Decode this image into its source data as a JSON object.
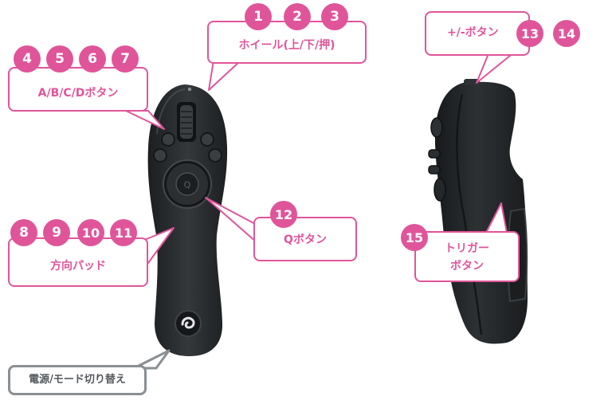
{
  "colors": {
    "accent": "#e0559a",
    "neutral_border": "#8a8f93",
    "device_body": "#2a2d2f"
  },
  "icons": {
    "logo": "spiral-logo-icon"
  },
  "callouts": {
    "wheel": {
      "label": "ホイール(上/下/押)",
      "badges": [
        "1",
        "2",
        "3"
      ]
    },
    "abcd": {
      "label": "A/B/C/Dボタン",
      "badges": [
        "4",
        "5",
        "6",
        "7"
      ]
    },
    "dpad": {
      "label": "方向パッド",
      "badges": [
        "8",
        "9",
        "10",
        "11"
      ]
    },
    "q": {
      "label": "Qボタン",
      "badges": [
        "12"
      ]
    },
    "power": {
      "label": "電源/モード切り替え"
    },
    "plusminus": {
      "label": "+/-ボタン",
      "badges": [
        "13",
        "14"
      ]
    },
    "trigger": {
      "label_line1": "トリガー",
      "label_line2": "ボタン",
      "badges": [
        "15"
      ]
    }
  }
}
